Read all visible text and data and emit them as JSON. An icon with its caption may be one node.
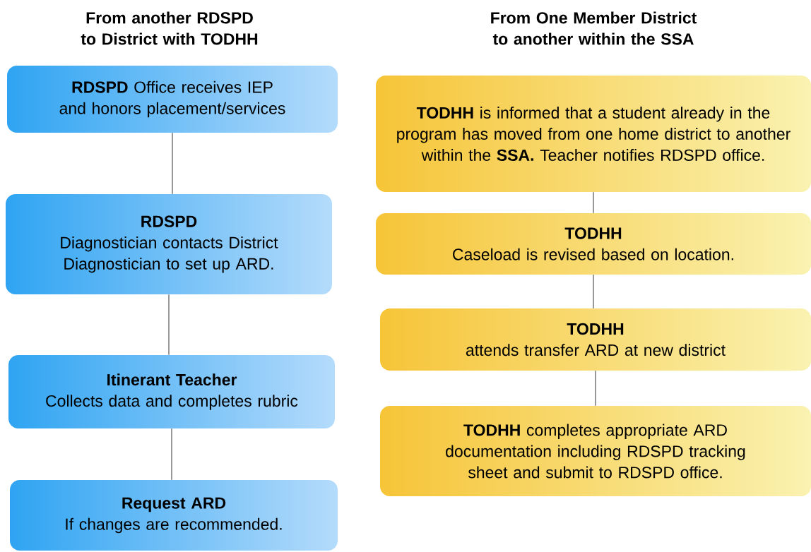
{
  "diagram": {
    "nodes": [
      {
        "text": [
          "**RDSPD** Office receives IEP and honors placement/services"
        ]
      },
      {
        "text": [
          "RDSPD",
          "Diagnostician contacts District Diagnostician to set up ARD."
        ]
      },
      {
        "text": [
          "Itinerant Teacher",
          "Collects data and completes rubric"
        ]
      },
      {
        "text": [
          "Request ARD",
          "If changes are recommended."
        ]
      },
      {
        "text": [
          "**TODHH** is informed that a student already in the program has moved from one home district to another within the **SSA.** Teacher notifies RDSPD office."
        ]
      },
      {
        "text": [
          "TODHH",
          "Caseload is revised based on location."
        ]
      },
      {
        "text": [
          "TODHH",
          "attends transfer ARD at new district"
        ]
      },
      {
        "text": [
          "**TODHH** completes appropriate ARD documentation including RDSPD tracking sheet and submit to RDSPD office."
        ]
      }
    ],
    "edges": [
      {
        "from": 0,
        "to": 1,
        "arrow": "none"
      },
      {
        "from": 1,
        "to": 2,
        "arrow": "none"
      },
      {
        "from": 2,
        "to": 3,
        "arrow": "none"
      },
      {
        "from": 4,
        "to": 5,
        "arrow": "none"
      },
      {
        "from": 5,
        "to": 6,
        "arrow": "none"
      },
      {
        "from": 6,
        "to": 7,
        "arrow": "none"
      }
    ],
    "labels": [
      "From another RDSPD to District with TODHH",
      "From One Member District to another within the SSA"
    ]
  }
}
